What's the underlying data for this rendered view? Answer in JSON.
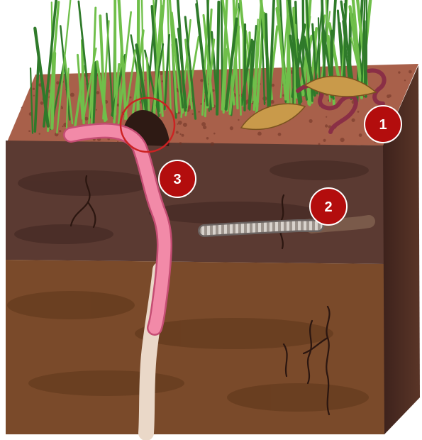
{
  "colors": {
    "grass_dark": "#2f7a2a",
    "grass_light": "#6fbf4a",
    "topsoil": "#a8604a",
    "topsoil_speckle": "#6e3325",
    "litter_layer": "#5b3a32",
    "litter_layer_dark": "#3f2620",
    "subsoil": "#7a4a2a",
    "subsoil_dark": "#5a3318",
    "side_face": "#4a2a22",
    "earthworm_pink": "#f28aa8",
    "earthworm_outline": "#c44d73",
    "worm_pale": "#ead8c8",
    "grey_worm": "#cfc9c4",
    "surface_worm": "#8a2f46",
    "leaf": "#c99a4a",
    "badge_red": "#b30d0d",
    "marker_ring": "#cc2222"
  },
  "badges": [
    {
      "label": "1"
    },
    {
      "label": "2"
    },
    {
      "label": "3"
    }
  ]
}
